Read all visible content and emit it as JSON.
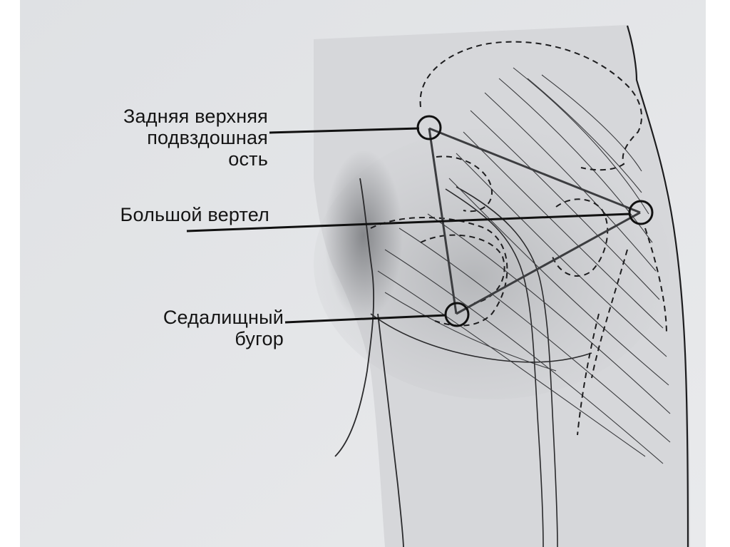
{
  "diagram": {
    "labels": {
      "psis": {
        "lines": [
          "Задняя верхняя",
          "подвздошная",
          "ость"
        ]
      },
      "trochanter": {
        "lines": [
          "Большой вертел"
        ]
      },
      "ischial": {
        "lines": [
          "Седалищный",
          "бугор"
        ]
      }
    },
    "colors": {
      "page_bg": "#e6e7e9",
      "border_bg": "#ffffff",
      "ink": "#141414",
      "shading": "#6b6d70"
    }
  }
}
